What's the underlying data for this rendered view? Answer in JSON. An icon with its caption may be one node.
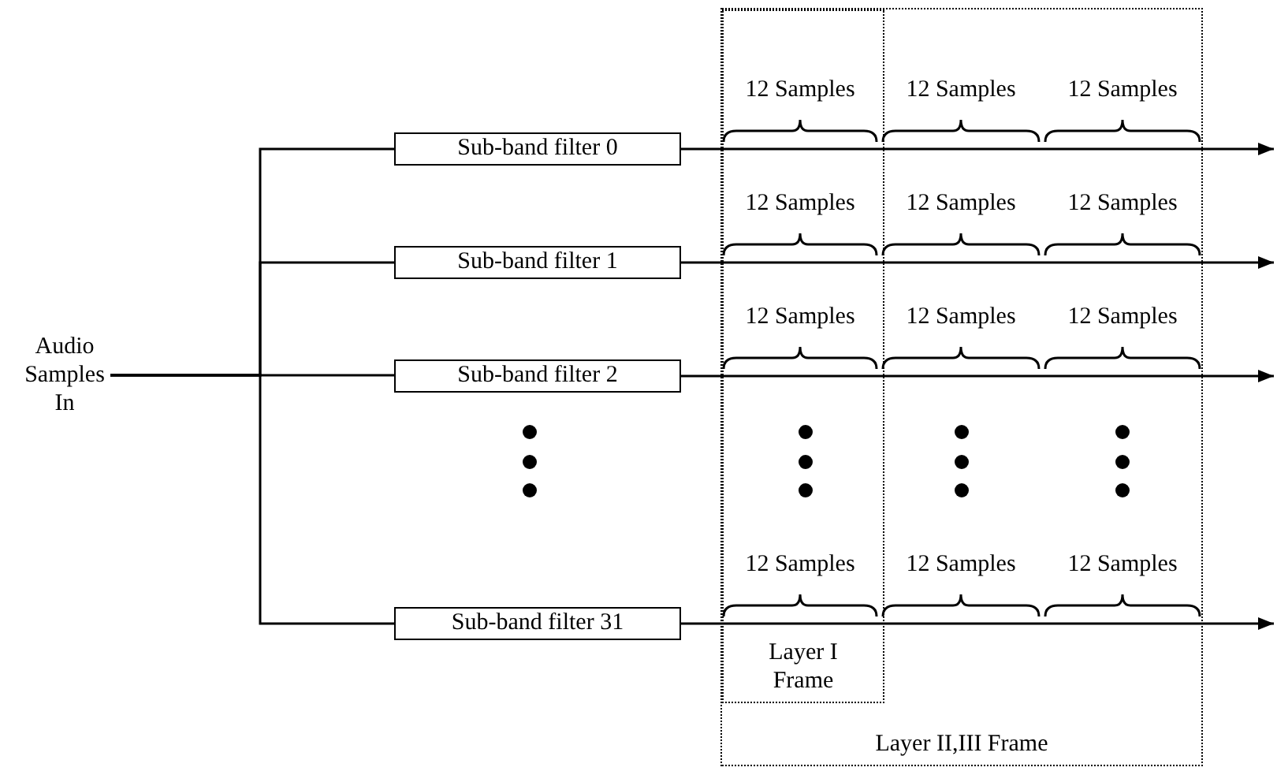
{
  "diagram": {
    "nodes": [
      {
        "text": [
          "Audio Samples In"
        ]
      },
      {
        "text": [
          "Sub-band filter 0"
        ]
      },
      {
        "text": [
          "Sub-band filter 1"
        ]
      },
      {
        "text": [
          "Sub-band filter 2"
        ]
      },
      {
        "text": [
          "Sub-band filter 31"
        ]
      },
      {
        "text": [
          "Layer II,III Frame"
        ]
      },
      {
        "text": [
          "Layer I Frame"
        ],
        "in": 5
      }
    ],
    "edges": [
      {
        "from": 0,
        "to": 1,
        "arrow": "none"
      },
      {
        "from": 0,
        "to": 2,
        "arrow": "none"
      },
      {
        "from": 0,
        "to": 3,
        "arrow": "none"
      },
      {
        "from": 0,
        "to": 4,
        "arrow": "none"
      },
      {
        "from": 1,
        "to": null,
        "arrow": "to"
      },
      {
        "from": 2,
        "to": null,
        "arrow": "to"
      },
      {
        "from": 3,
        "to": null,
        "arrow": "to"
      },
      {
        "from": 4,
        "to": null,
        "arrow": "to"
      }
    ],
    "labels": [
      "12 Samples",
      "12 Samples",
      "12 Samples",
      "12 Samples",
      "12 Samples",
      "12 Samples",
      "12 Samples",
      "12 Samples",
      "12 Samples",
      "12 Samples",
      "12 Samples",
      "12 Samples"
    ]
  }
}
